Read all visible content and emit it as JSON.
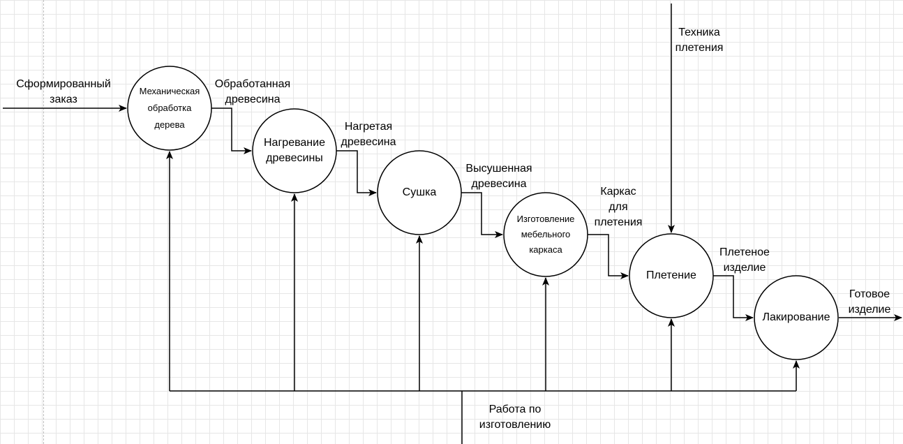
{
  "colors": {
    "stroke": "#000000",
    "grid": "#e6e6e6",
    "background": "#ffffff"
  },
  "nodes": [
    {
      "id": "mech",
      "label": "Механическая\nобработка\nдерева"
    },
    {
      "id": "heat",
      "label": "Нагревание\nдревесины"
    },
    {
      "id": "dry",
      "label": "Сушка"
    },
    {
      "id": "frame",
      "label": "Изготовление\nмебельного\nкаркаса"
    },
    {
      "id": "weave",
      "label": "Плетение"
    },
    {
      "id": "lacquer",
      "label": "Лакирование"
    }
  ],
  "flows": {
    "input": "Сформированный\nзаказ",
    "processed": "Обработанная\nдревесина",
    "heated": "Нагретая\nдревесина",
    "dried": "Высушенная\nдревесина",
    "frame": "Каркас\nдля\nплетения",
    "woven": "Плетеное\nизделие",
    "output": "Готовое\nизделие",
    "technique": "Техника\nплетения",
    "work": "Работа по\nизготовлению"
  }
}
